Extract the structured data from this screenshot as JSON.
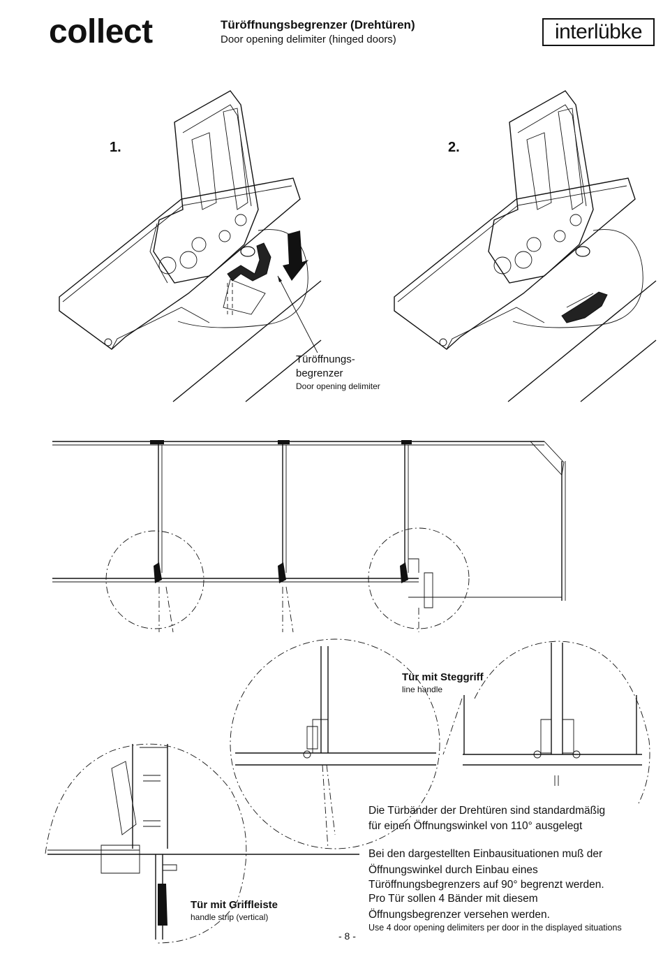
{
  "header": {
    "brand_left": "collect",
    "title_de": "Türöffnungsbegrenzer (Drehtüren)",
    "title_en": "Door opening delimiter (hinged doors)",
    "brand_right": "interlübke"
  },
  "steps": {
    "step1": "1.",
    "step2": "2."
  },
  "callout": {
    "de_line1": "Türöffnungs-",
    "de_line2": "begrenzer",
    "en": "Door opening delimiter"
  },
  "details": {
    "line_handle_de": "Tür mit Steggriff",
    "line_handle_en": "line handle",
    "handle_strip_de": "Tür mit Griffleiste",
    "handle_strip_en": "handle strip (vertical)"
  },
  "notes": {
    "p1_line1": "Die Türbänder der Drehtüren sind standardmäßig",
    "p1_line2": "für einen Öffnungswinkel von 110° ausgelegt",
    "p2_line1": "Bei den dargestellten Einbausituationen muß der",
    "p2_line2": "Öffnungswinkel durch Einbau eines",
    "p2_line3": "Türöffnungsbegrenzers auf 90° begrenzt werden.",
    "p2_line4": "Pro Tür sollen 4 Bänder mit diesem",
    "p2_line5": "Öffnungsbegrenzer versehen werden.",
    "en": "Use 4 door opening delimiters per door in the displayed situations"
  },
  "footer": {
    "page": "- 8 -"
  }
}
